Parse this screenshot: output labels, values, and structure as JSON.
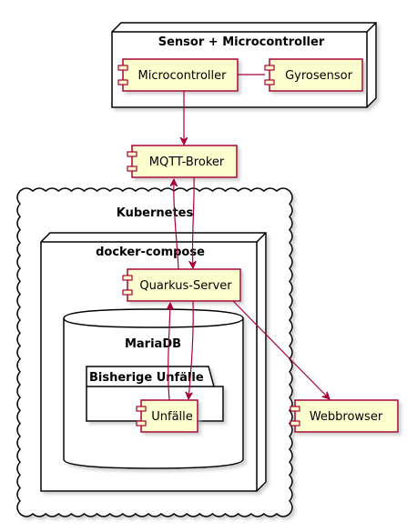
{
  "colors": {
    "component_fill": "#FEFECE",
    "component_stroke": "#A80036",
    "arrow": "#A80036",
    "container_stroke": "#000000"
  },
  "containers": {
    "sensor_node": "Sensor + Microcontroller",
    "kubernetes_cloud": "Kubernetes",
    "docker_node": "docker-compose",
    "database": "MariaDB",
    "folder": "Bisherige Unfälle"
  },
  "components": {
    "microcontroller": "Microcontroller",
    "gyrosensor": "Gyrosensor",
    "mqtt_broker": "MQTT-Broker",
    "quarkus_server": "Quarkus-Server",
    "unfaelle": "Unfälle",
    "webbrowser": "Webbrowser"
  }
}
